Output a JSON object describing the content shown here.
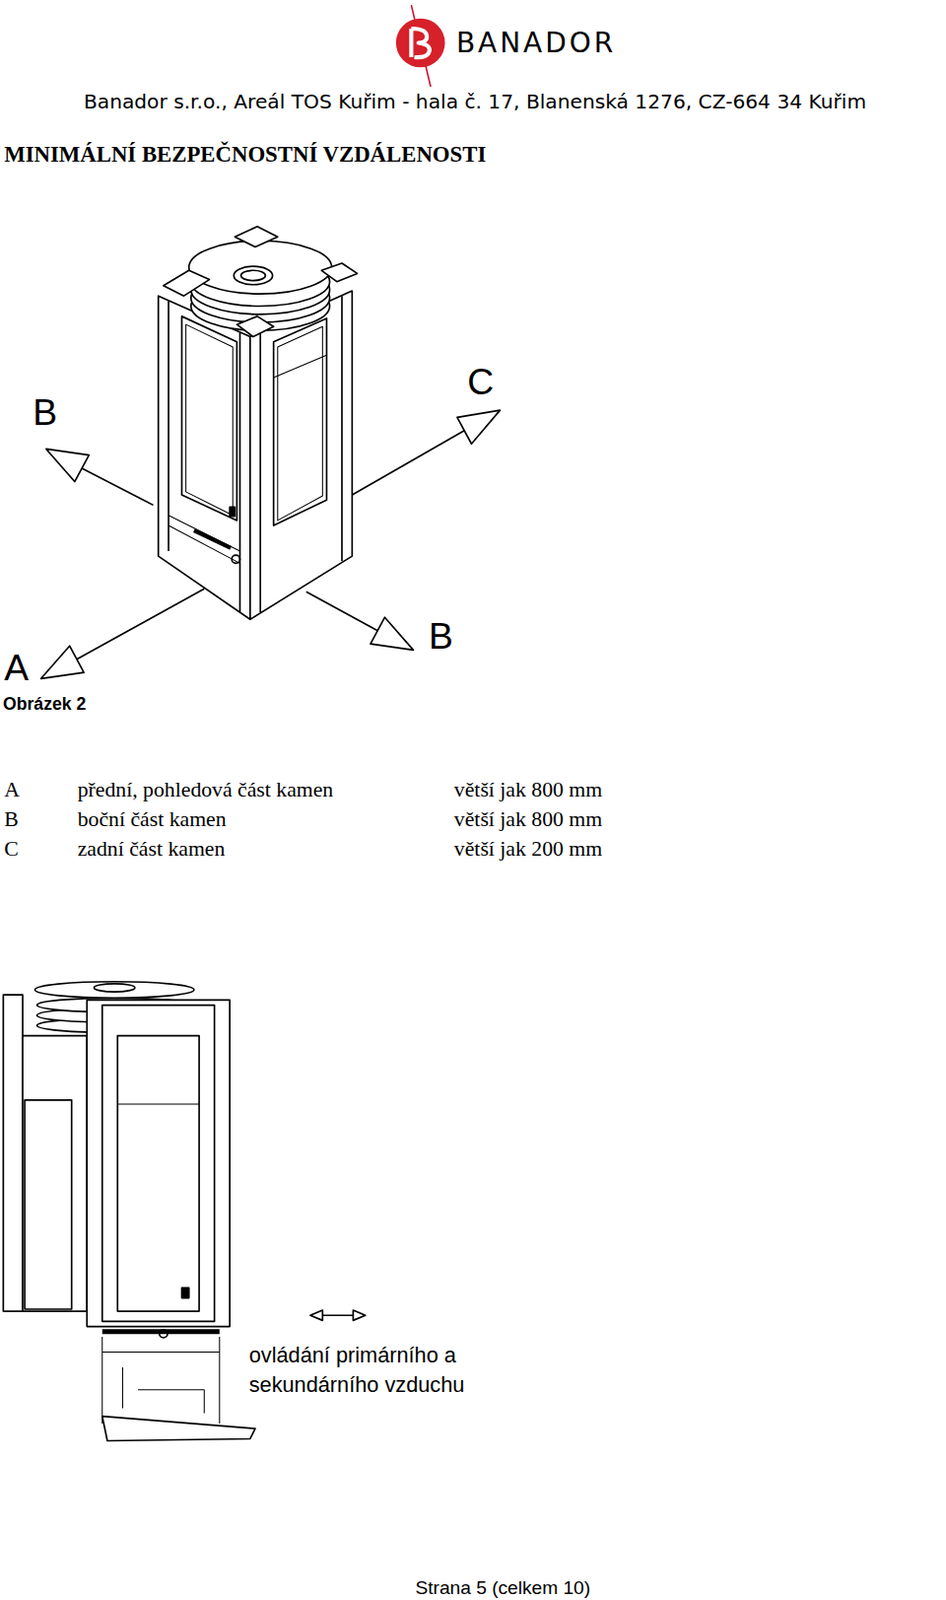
{
  "diagram": {
    "title": "MINIMÁLNÍ BEZPEČNOSTNÍ VZDÁLENOSTI",
    "caption": "Obrázek 2",
    "labels": [
      "BANADOR",
      "Banador s.r.o., Areál TOS Kuřim - hala č. 17, Blanenská 1276, CZ-664 34 Kuřim",
      "B",
      "C",
      "A",
      "B",
      "A",
      "přední, pohledová část kamen",
      "větší jak 800 mm",
      "B",
      "boční část kamen",
      "větší jak 800 mm",
      "C",
      "zadní část kamen",
      "větší jak 200 mm",
      "ovládání primárního a sekundárního vzduchu",
      "Strana 5 (celkem 10)"
    ]
  }
}
